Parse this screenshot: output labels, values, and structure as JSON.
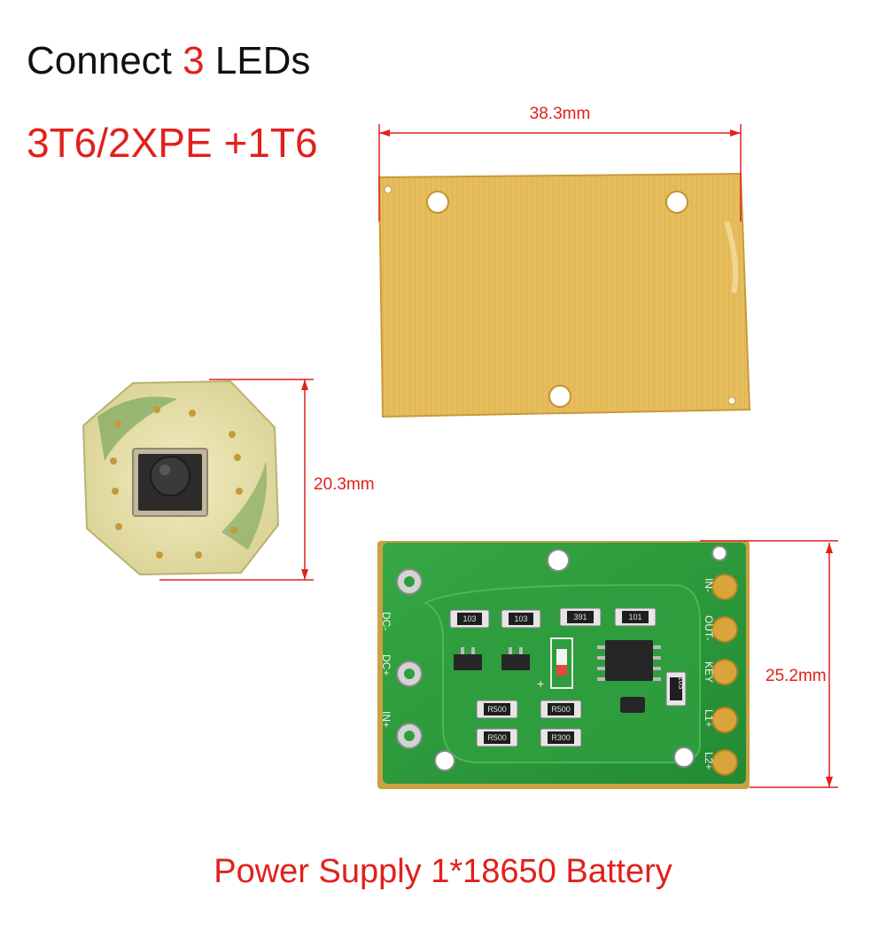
{
  "headline": {
    "prefix": "Connect ",
    "number": "3",
    "suffix": " LEDs"
  },
  "subtitle": "3T6/2XPE +1T6",
  "dimensions": {
    "plate_width": "38.3mm",
    "switch_diameter": "20.3mm",
    "board_height": "25.2mm"
  },
  "pcb_labels": {
    "dc_minus": "DC-",
    "dc_plus": "DC+",
    "in_plus": "IN+",
    "in_minus": "IN-",
    "out_minus": "OUT-",
    "key": "KEY",
    "l1_plus": "L1+",
    "l2_plus": "L2+",
    "r1": "103",
    "r2": "103",
    "r3": "391",
    "r4": "101",
    "r5": "103",
    "r6": "R500",
    "r7": "R500",
    "r8": "R500",
    "r9": "R300",
    "plus_mark": "+"
  },
  "footer": "Power Supply 1*18650 Battery",
  "colors": {
    "accent_red": "#e0211c",
    "pcb_green": "#2e9a3a",
    "plate_yellow": "#e6bd5c",
    "pad_gold": "#d9a53a"
  }
}
